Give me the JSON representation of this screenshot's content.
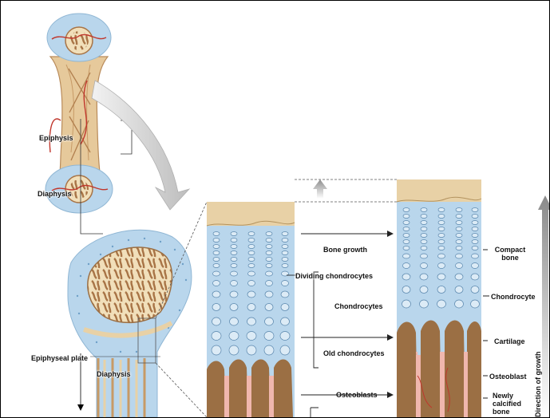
{
  "labels": {
    "epiphysis": "Epiphysis",
    "diaphysis_top": "Diaphysis",
    "epiphyseal_plate": "Epiphyseal plate",
    "diaphysis_bottom": "Diaphysis",
    "bone_growth": "Bone growth",
    "dividing_chondrocytes": "Dividing chondrocytes",
    "chondrocytes": "Chondrocytes",
    "old_chondrocytes": "Old chondrocytes",
    "osteoblasts": "Osteoblasts",
    "compact_bone": "Compact bone",
    "chondrocyte": "Chondrocyte",
    "cartilage": "Cartilage",
    "osteoblast": "Osteoblast",
    "newly_calcified_bone": "Newly calcified bone",
    "direction_of_growth": "Direction of growth"
  },
  "colors": {
    "cartilage": "#b9d6ec",
    "bone": "#9b6f44",
    "bone_light": "#e8d1a6",
    "marrow": "#f0b7ae",
    "vessel": "#c0362c"
  }
}
